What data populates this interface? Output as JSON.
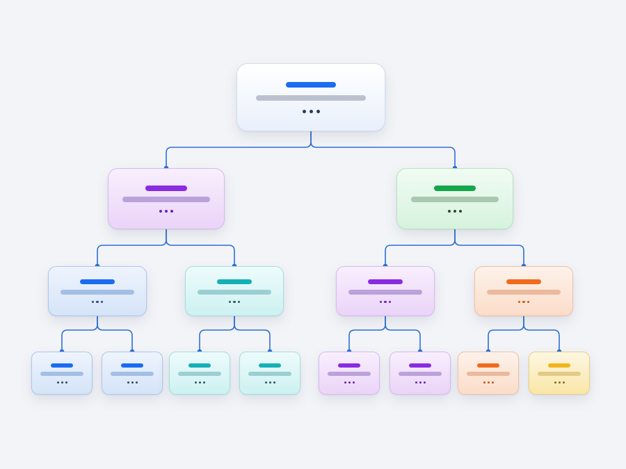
{
  "link_color": "#2c6fd6",
  "themes": {
    "white": {
      "title": "#1a6cf0",
      "sub": "#a8b0be",
      "dots": "#2c3e56"
    },
    "purple": {
      "title": "#8a2be2",
      "sub": "#a98cd0",
      "dots": "#6a25b4"
    },
    "green": {
      "title": "#13a64a",
      "sub": "#96b8a0",
      "dots": "#2c4a36"
    },
    "blue": {
      "title": "#1a6cf0",
      "sub": "#8fb0de",
      "dots": "#2c4a6e"
    },
    "teal": {
      "title": "#14b0b8",
      "sub": "#86c2c6",
      "dots": "#2b5a62"
    },
    "orange": {
      "title": "#f26a1b",
      "sub": "#e4a98a",
      "dots": "#c8591c"
    },
    "yellow": {
      "title": "#f2b51c",
      "sub": "#dcbd72",
      "dots": "#8c6a1a"
    }
  },
  "tree": {
    "id": "root",
    "theme": "white",
    "level": 0,
    "children": [
      {
        "id": "a",
        "theme": "purple",
        "level": 1,
        "children": [
          {
            "id": "a1",
            "theme": "blue",
            "level": 2,
            "children": [
              {
                "id": "a1a",
                "theme": "blue",
                "level": 3
              },
              {
                "id": "a1b",
                "theme": "blue",
                "level": 3
              }
            ]
          },
          {
            "id": "a2",
            "theme": "teal",
            "level": 2,
            "children": [
              {
                "id": "a2a",
                "theme": "teal",
                "level": 3
              },
              {
                "id": "a2b",
                "theme": "teal",
                "level": 3
              }
            ]
          }
        ]
      },
      {
        "id": "b",
        "theme": "green",
        "level": 1,
        "children": [
          {
            "id": "b1",
            "theme": "purple",
            "level": 2,
            "children": [
              {
                "id": "b1a",
                "theme": "purple",
                "level": 3
              },
              {
                "id": "b1b",
                "theme": "purple",
                "level": 3
              }
            ]
          },
          {
            "id": "b2",
            "theme": "orange",
            "level": 2,
            "children": [
              {
                "id": "b2a",
                "theme": "orange",
                "level": 3
              },
              {
                "id": "b2b",
                "theme": "yellow",
                "level": 3
              }
            ]
          }
        ]
      }
    ]
  }
}
